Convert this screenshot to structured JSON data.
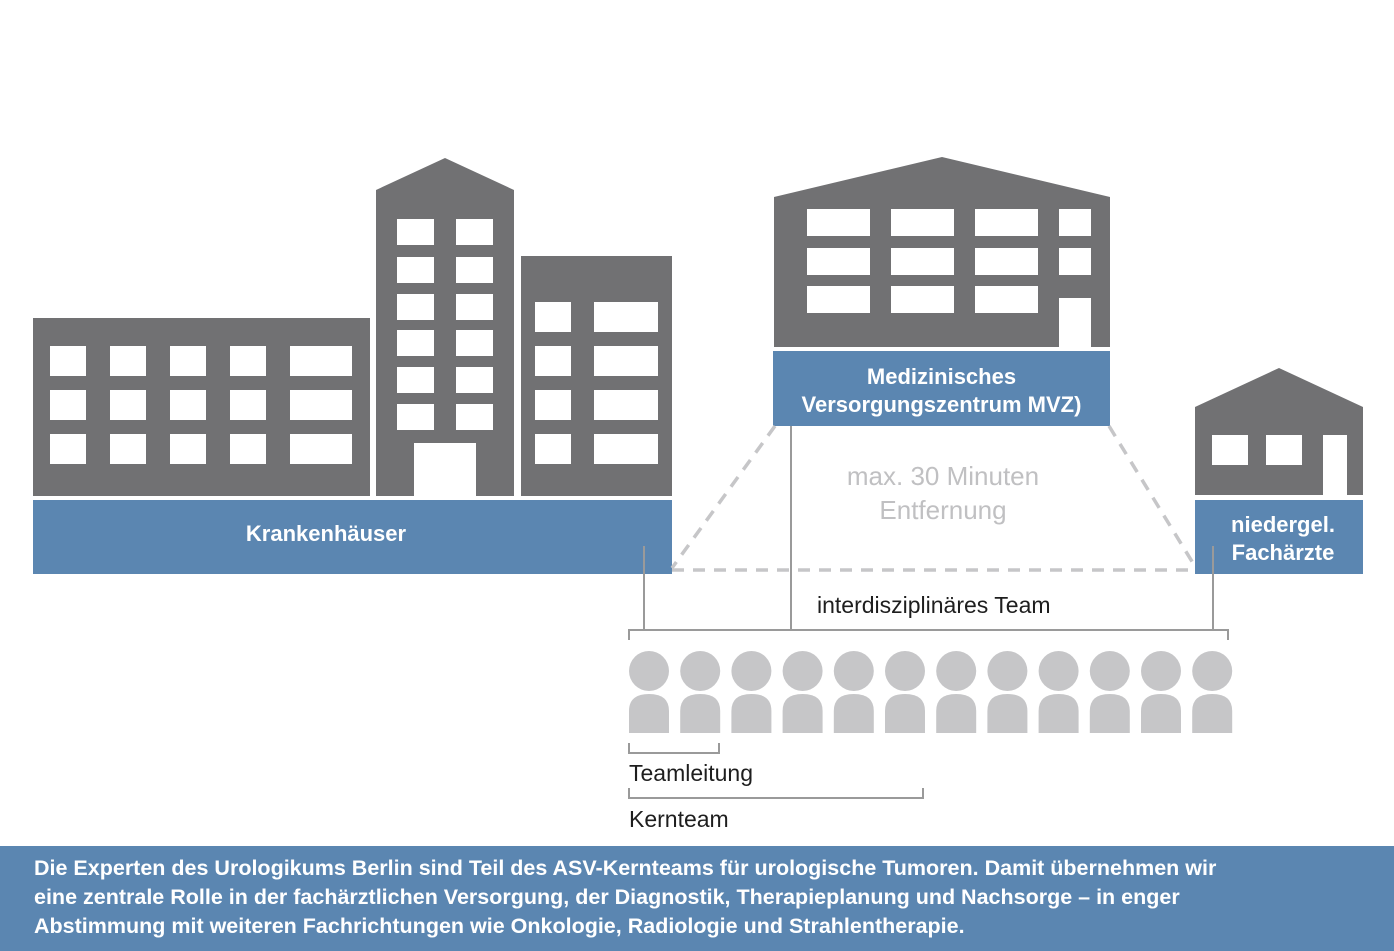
{
  "colors": {
    "building": "#717173",
    "window": "#ffffff",
    "label_box": "#5b86b1",
    "person": "#c6c6c8",
    "dashed": "#c6c6c8",
    "bracket": "#9a9a9a"
  },
  "labels": {
    "hospitals": "Krankenhäuser",
    "mvz_line1": "Medizinisches",
    "mvz_line2": "Versorgungszentrum MVZ)",
    "specialists_line1": "niedergel.",
    "specialists_line2": "Fachärzte",
    "distance_line1": "max. 30 Minuten",
    "distance_line2": "Entfernung",
    "team": "interdisziplinäres Team",
    "team_lead": "Teamleitung",
    "core_team": "Kernteam"
  },
  "team": {
    "total_members": 12,
    "lead_members": 2,
    "core_members": 6
  },
  "caption": {
    "line1": "Die Experten des Urologikums Berlin sind Teil des ASV-Kernteams für urologische Tumoren. Damit übernehmen wir",
    "line2": "eine zentrale Rolle in der fachärztlichen Versorgung, der Diagnostik, Therapieplanung und Nachsorge – in enger",
    "line3": "Abstimmung mit weiteren Fachrichtungen wie Onkologie, Radiologie und Strahlentherapie."
  }
}
